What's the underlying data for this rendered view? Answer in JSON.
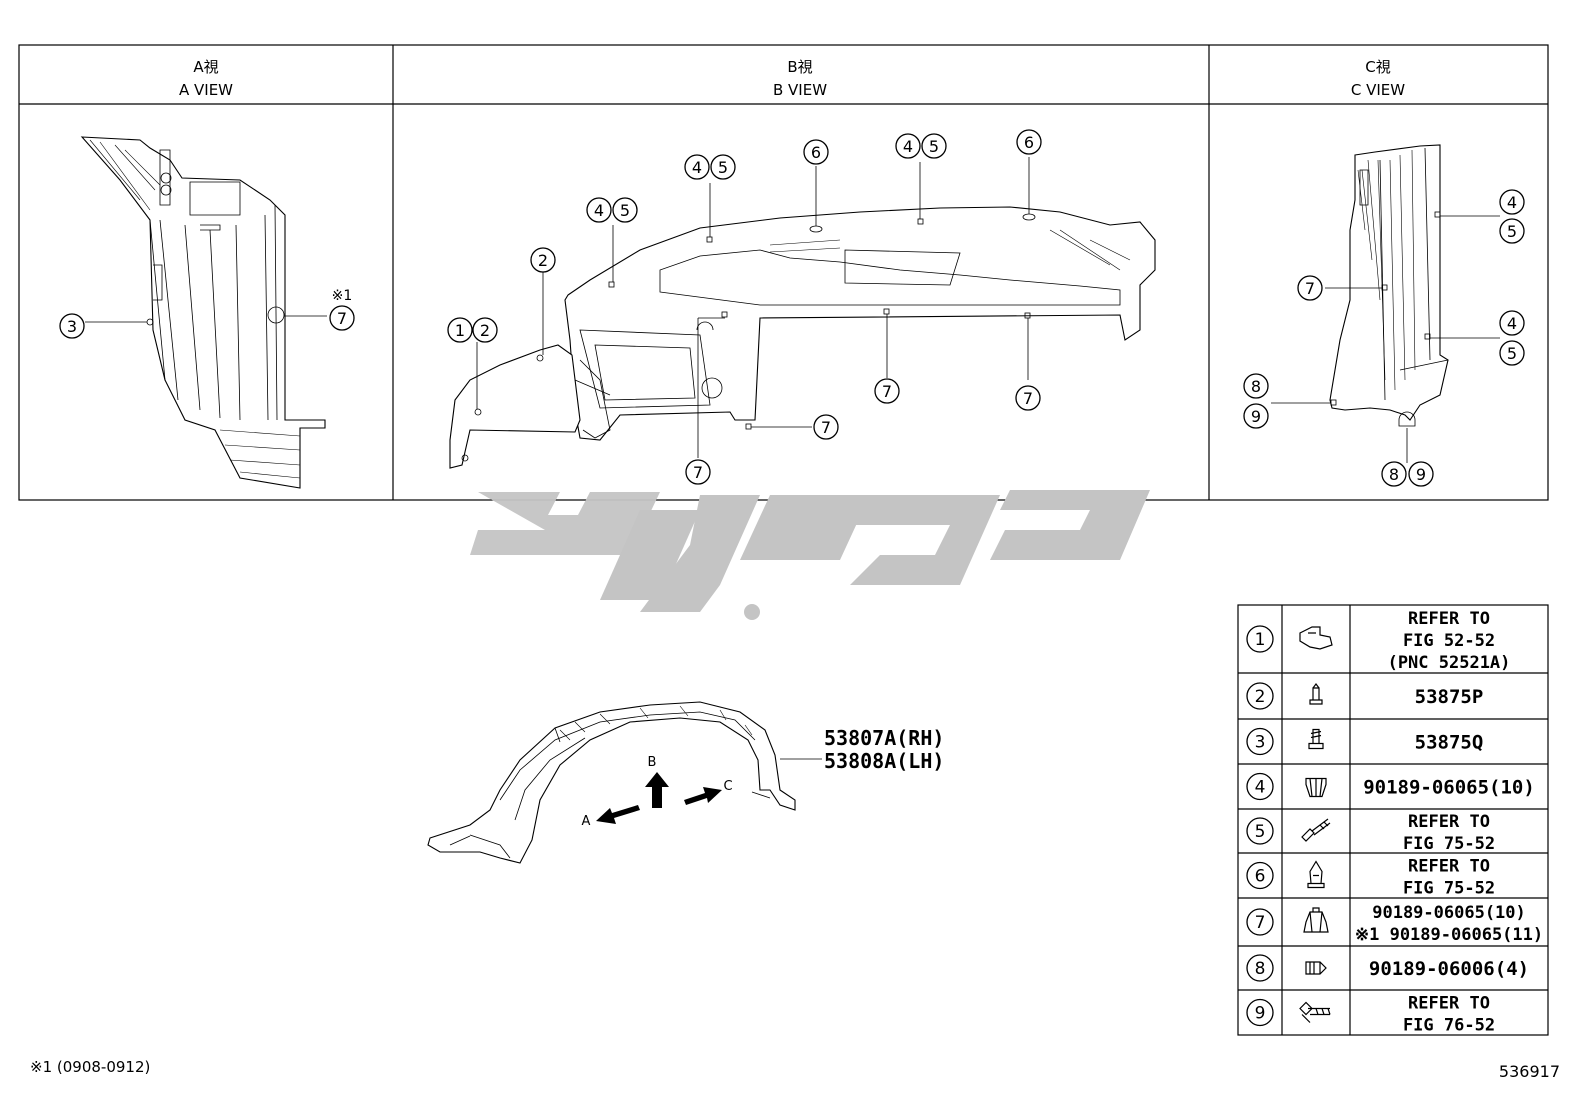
{
  "views": [
    {
      "jp": "A視",
      "en": "A VIEW"
    },
    {
      "jp": "B視",
      "en": "B VIEW"
    },
    {
      "jp": "C視",
      "en": "C VIEW"
    }
  ],
  "callouts": {
    "a_view": {
      "c3": "3",
      "note_mark": "※1",
      "c7": "7"
    },
    "b_view": {
      "c1": "1",
      "c2": "2",
      "c2b": "2",
      "c4a": "4",
      "c5a": "5",
      "c4b": "4",
      "c5b": "5",
      "c4c": "4",
      "c5c": "5",
      "c6a": "6",
      "c6b": "6",
      "c7a": "7",
      "c7b": "7",
      "c7c": "7",
      "c7d": "7"
    },
    "c_view": {
      "c4a": "4",
      "c5a": "5",
      "c7": "7",
      "c4b": "4",
      "c5b": "5",
      "c8a": "8",
      "c9a": "9",
      "c8b": "8",
      "c9b": "9"
    }
  },
  "main_part": {
    "part_rh": "53807A(RH)",
    "part_lh": "53808A(LH)",
    "arrow_a": "A",
    "arrow_b": "B",
    "arrow_c": "C"
  },
  "watermark_color": "#c4c4c4",
  "legend": [
    {
      "num": "1",
      "icon": "clip-nut-icon",
      "lines": [
        "REFER TO",
        "FIG 52-52",
        "(PNC 52521A)"
      ]
    },
    {
      "num": "2",
      "icon": "rivet-icon",
      "lines": [
        "53875P"
      ]
    },
    {
      "num": "3",
      "icon": "screw-rivet-icon",
      "lines": [
        "53875Q"
      ]
    },
    {
      "num": "4",
      "icon": "grommet-icon",
      "lines": [
        "90189-06065(10)"
      ]
    },
    {
      "num": "5",
      "icon": "bolt-icon",
      "lines": [
        "REFER TO",
        "FIG 75-52"
      ]
    },
    {
      "num": "6",
      "icon": "push-clip-icon",
      "lines": [
        "REFER TO",
        "FIG 75-52"
      ]
    },
    {
      "num": "7",
      "icon": "nut-clip-icon",
      "lines": [
        "90189-06065(10)",
        "※1 90189-06065(11)"
      ]
    },
    {
      "num": "8",
      "icon": "cap-nut-icon",
      "lines": [
        "90189-06006(4)"
      ]
    },
    {
      "num": "9",
      "icon": "flange-bolt-icon",
      "lines": [
        "REFER TO",
        "FIG 76-52"
      ]
    }
  ],
  "footnote": "※1 (0908-0912)",
  "figure_id": "536917"
}
